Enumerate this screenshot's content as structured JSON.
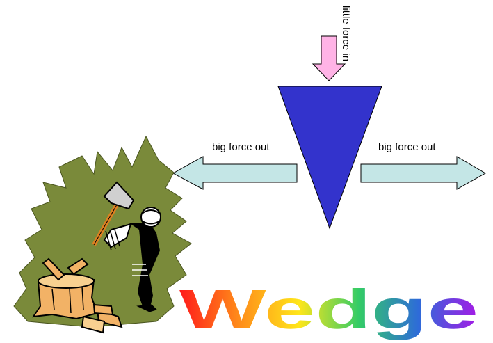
{
  "diagram": {
    "top_label": "little force in",
    "left_label": "big force out",
    "right_label": "big force out",
    "title_word": "Wedge"
  },
  "colors": {
    "wedge": "#3333CC",
    "input_arrow": "#FFB3E6",
    "output_arrows": "#C4E6E6",
    "clipart_background": "#7A8A3A",
    "wood": "#F2B266"
  }
}
